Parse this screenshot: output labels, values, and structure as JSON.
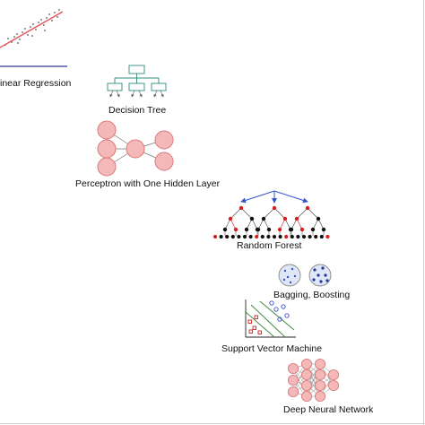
{
  "labels": {
    "linear_regression": "inear Regression",
    "decision_tree": "Decision Tree",
    "perceptron": "Perceptron with One Hidden Layer",
    "random_forest": "Random Forest",
    "bagging_boosting": "Bagging, Boosting",
    "svm": "Support Vector Machine",
    "deep_nn": "Deep Neural Network"
  },
  "colors": {
    "node_fill": "#f5b8b8",
    "node_stroke": "#d97a7a",
    "tree_box": "#2e8b7a",
    "regression_line": "#e8505b",
    "axis_blue": "#2a3b8f",
    "forest_red": "#d42020",
    "forest_black": "#111111",
    "arrow_blue": "#3355cc",
    "svm_green": "#3a8a3a",
    "svm_blue": "#3355cc",
    "circle_bg": "#dfe6f7",
    "border": "#cfcfcf"
  }
}
